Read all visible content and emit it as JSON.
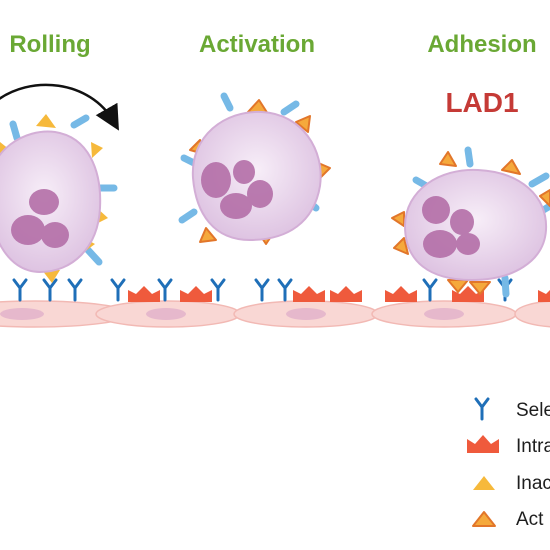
{
  "stages": [
    {
      "label": "Rolling"
    },
    {
      "label": "Activation"
    },
    {
      "label": "Adhesion"
    }
  ],
  "annotation": "LAD1",
  "legend": [
    {
      "label": "Sele",
      "icon": "selectin-icon"
    },
    {
      "label": "Intra",
      "icon": "icam-icon"
    },
    {
      "label": "Inac",
      "icon": "inactive-integrin-icon"
    },
    {
      "label": "Act",
      "icon": "active-integrin-icon"
    }
  ],
  "colors": {
    "stage_label": "#6aa834",
    "annotation": "#c53a36",
    "selectin": "#1f6fb8",
    "icam": "#ef5a3c",
    "inactive_integrin": "#f6b93b",
    "active_integrin": "#f5a93c",
    "active_integrin_border": "#e2762a",
    "receptor": "#76b9e6",
    "leukocyte": "#e8d3ea",
    "nucleus": "#b46fa8",
    "endothelium": "#f9d7d4"
  }
}
